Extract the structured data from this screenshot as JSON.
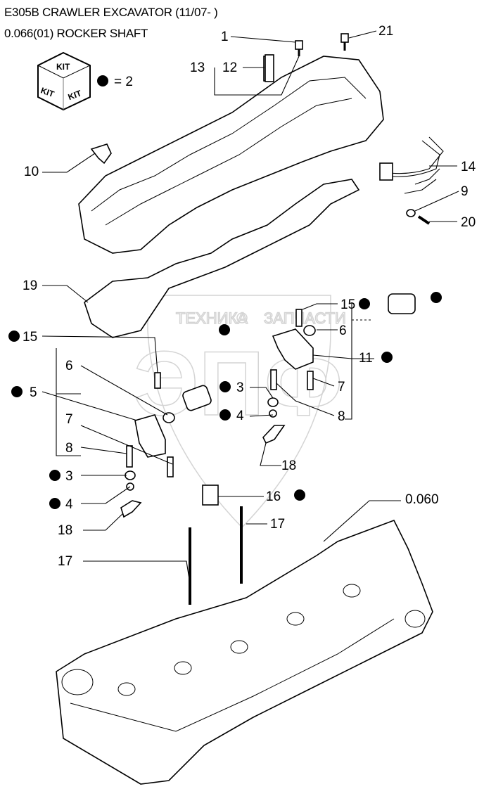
{
  "header": {
    "model": "E305B CRAWLER EXCAVATOR (11/07- )",
    "section": "0.066(01) ROCKER SHAFT"
  },
  "legend": {
    "kit_face_label": "KIT",
    "dot_equals": "= 2"
  },
  "watermark": {
    "left_text": "ТЕХНИКА",
    "right_text": "ЗАПЧАСТИ",
    "logo": "ЭПФ"
  },
  "callouts": [
    {
      "id": "c1",
      "label": "1",
      "kit": false
    },
    {
      "id": "c21",
      "label": "21",
      "kit": false
    },
    {
      "id": "c13",
      "label": "13",
      "kit": false
    },
    {
      "id": "c12",
      "label": "12",
      "kit": false
    },
    {
      "id": "c10",
      "label": "10",
      "kit": false
    },
    {
      "id": "c14",
      "label": "14",
      "kit": false
    },
    {
      "id": "c9",
      "label": "9",
      "kit": false
    },
    {
      "id": "c20",
      "label": "20",
      "kit": false
    },
    {
      "id": "c19",
      "label": "19",
      "kit": false
    },
    {
      "id": "c15r",
      "label": "15",
      "kit": true
    },
    {
      "id": "c6r",
      "label": "6",
      "kit": false
    },
    {
      "id": "c11",
      "label": "11",
      "kit": true
    },
    {
      "id": "c7r",
      "label": "7",
      "kit": false
    },
    {
      "id": "c8r",
      "label": "8",
      "kit": false
    },
    {
      "id": "c15l",
      "label": "15",
      "kit": true
    },
    {
      "id": "c6l",
      "label": "6",
      "kit": false
    },
    {
      "id": "c5",
      "label": "5",
      "kit": true
    },
    {
      "id": "c3m",
      "label": "3",
      "kit": true
    },
    {
      "id": "c4m",
      "label": "4",
      "kit": true
    },
    {
      "id": "c7l",
      "label": "7",
      "kit": false
    },
    {
      "id": "c8l",
      "label": "8",
      "kit": false
    },
    {
      "id": "c3l",
      "label": "3",
      "kit": true
    },
    {
      "id": "c4l",
      "label": "4",
      "kit": true
    },
    {
      "id": "c18r",
      "label": "18",
      "kit": false
    },
    {
      "id": "c18l",
      "label": "18",
      "kit": false
    },
    {
      "id": "c16",
      "label": "16",
      "kit": true
    },
    {
      "id": "c17r",
      "label": "17",
      "kit": false
    },
    {
      "id": "c17l",
      "label": "17",
      "kit": false
    },
    {
      "id": "c060",
      "label": "0.060",
      "kit": false
    }
  ],
  "bushing_kit_marks": 2
}
